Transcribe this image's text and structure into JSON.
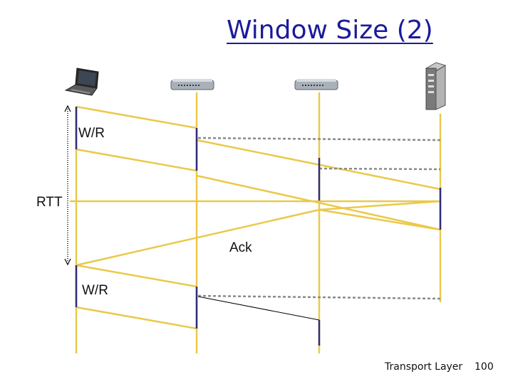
{
  "title": "Window Size (2)",
  "labels": {
    "wr_top": "W/R",
    "rtt": "RTT",
    "ack": "Ack",
    "wr_bottom": "W/R"
  },
  "footer": {
    "section": "Transport Layer",
    "page": "100"
  },
  "nodes": [
    {
      "icon": "laptop-icon"
    },
    {
      "icon": "router-icon"
    },
    {
      "icon": "router-icon"
    },
    {
      "icon": "server-icon"
    }
  ],
  "colors": {
    "timeline": "#eac94a",
    "title": "#1a1a9c",
    "packet_bar": "#2e2e7a",
    "dashed": "#8a8a8a"
  }
}
